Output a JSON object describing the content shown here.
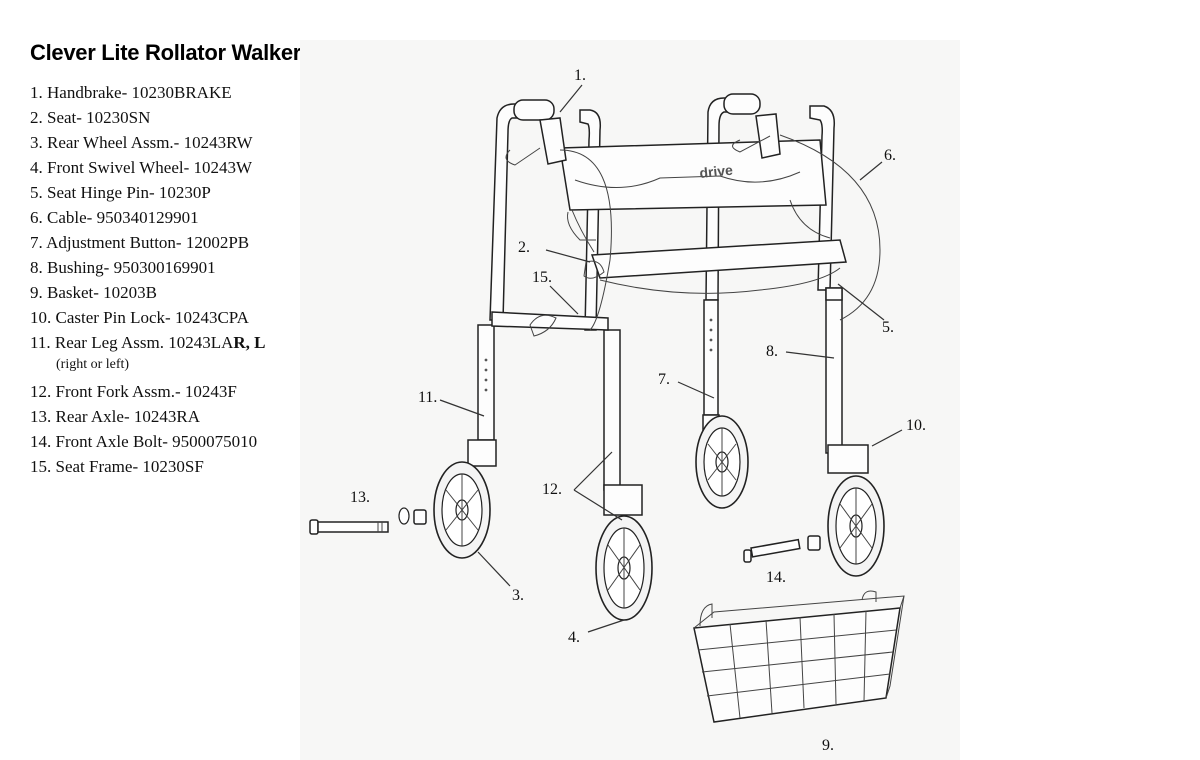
{
  "title": "Clever Lite Rollator Walker Components",
  "parts": [
    {
      "num": "1.",
      "text": "Handbrake- 10230BRAKE"
    },
    {
      "num": "2.",
      "text": "Seat- 10230SN"
    },
    {
      "num": "3.",
      "text": "Rear Wheel Assm.- 10243RW"
    },
    {
      "num": "4.",
      "text": "Front Swivel Wheel- 10243W"
    },
    {
      "num": "5.",
      "text": "Seat Hinge Pin- 10230P"
    },
    {
      "num": "6.",
      "text": "Cable- 950340129901"
    },
    {
      "num": "7.",
      "text": "Adjustment Button- 12002PB"
    },
    {
      "num": "8.",
      "text": "Bushing- 950300169901"
    },
    {
      "num": "9.",
      "text": "Basket- 10203B"
    },
    {
      "num": "10.",
      "text": "Caster Pin Lock- 10243CPA"
    },
    {
      "num": "11.",
      "text": "Rear Leg Assm. 10243LA",
      "bold_suffix": "R, L"
    },
    {
      "num": "",
      "text": "(right or left)"
    },
    {
      "num": "12.",
      "text": "Front Fork Assm.- 10243F"
    },
    {
      "num": "13.",
      "text": "Rear Axle- 10243RA"
    },
    {
      "num": "14.",
      "text": "Front Axle Bolt- 9500075010"
    },
    {
      "num": "15.",
      "text": " Seat Frame- 10230SF"
    }
  ],
  "seat_brand": "drive",
  "callouts": {
    "c1": "1.",
    "c2": "2.",
    "c3": "3.",
    "c4": "4.",
    "c5": "5.",
    "c6": "6.",
    "c7": "7.",
    "c8": "8.",
    "c9": "9.",
    "c10": "10.",
    "c11": "11.",
    "c12": "12.",
    "c13": "13.",
    "c14": "14.",
    "c15": "15."
  }
}
